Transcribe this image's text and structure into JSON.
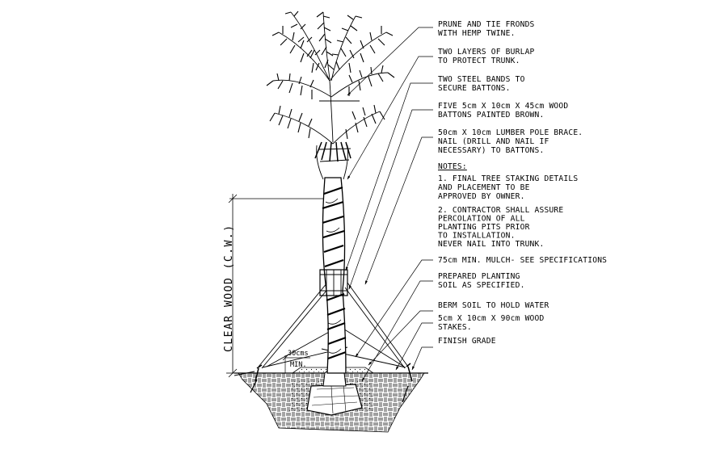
{
  "labels": [
    {
      "id": "prune",
      "lines": [
        "PRUNE AND TIE FRONDS",
        "WITH HEMP TWINE."
      ]
    },
    {
      "id": "burlap",
      "lines": [
        "TWO LAYERS OF BURLAP",
        "TO PROTECT TRUNK."
      ]
    },
    {
      "id": "bands",
      "lines": [
        "TWO STEEL BANDS TO",
        "SECURE BATTONS."
      ]
    },
    {
      "id": "battons",
      "lines": [
        "FIVE 5cm X 10cm X 45cm WOOD",
        "BATTONS PAINTED BROWN."
      ]
    },
    {
      "id": "brace",
      "lines": [
        "50cm X 10cm LUMBER POLE BRACE.",
        "NAIL (DRILL AND NAIL IF",
        "NECESSARY) TO BATTONS."
      ]
    }
  ],
  "notes": {
    "heading": "NOTES:",
    "items": [
      {
        "lines": [
          "1. FINAL TREE STAKING DETAILS",
          "AND PLACEMENT TO BE",
          "APPROVED BY OWNER."
        ]
      },
      {
        "lines": [
          "2. CONTRACTOR SHALL ASSURE",
          "PERCOLATION OF ALL",
          "PLANTING PITS PRIOR",
          "TO INSTALLATION.",
          "NEVER NAIL INTO TRUNK."
        ]
      }
    ]
  },
  "lower_labels": [
    {
      "id": "mulch",
      "lines": [
        "75cm MIN. MULCH- SEE SPECIFICATIONS"
      ]
    },
    {
      "id": "soil",
      "lines": [
        "PREPARED PLANTING",
        "SOIL AS SPECIFIED."
      ]
    },
    {
      "id": "berm",
      "lines": [
        "BERM SOIL TO HOLD WATER"
      ]
    },
    {
      "id": "stakes",
      "lines": [
        "5cm X 10cm X 90cm WOOD",
        "STAKES."
      ]
    },
    {
      "id": "grade",
      "lines": [
        "FINISH GRADE"
      ]
    }
  ],
  "dimension": {
    "label": "CLEAR WOOD (C.W.)"
  },
  "min_dim": {
    "value": "30cms",
    "label": "MIN."
  }
}
